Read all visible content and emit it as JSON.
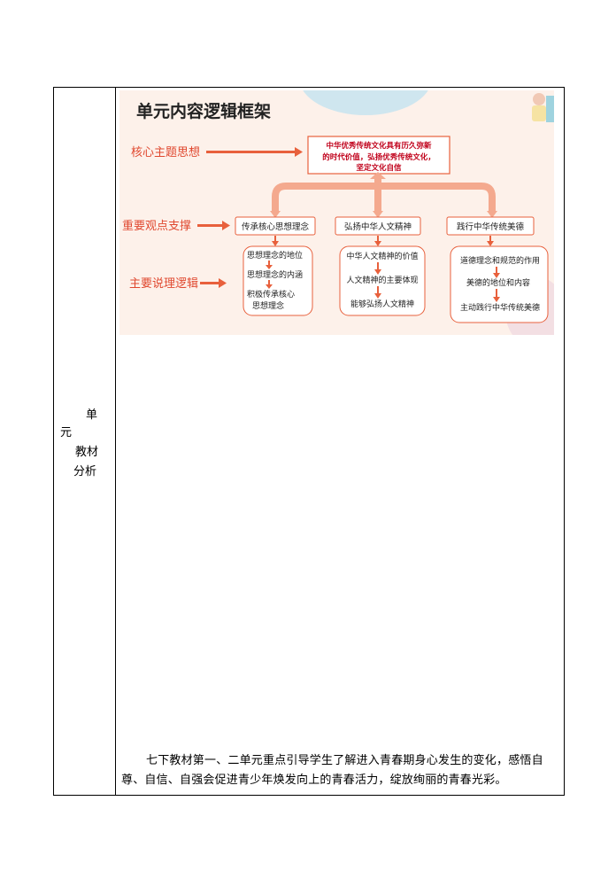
{
  "side_label": {
    "line1": "单",
    "line2": "元",
    "line3": "教材",
    "line4": "分析"
  },
  "diagram": {
    "title": "单元内容逻辑框架",
    "row_labels": {
      "core": "核心主题思想",
      "support": "重要观点支撑",
      "logic": "主要说理逻辑"
    },
    "core_box": {
      "line1": "中华优秀传统文化具有历久弥新",
      "line2": "的时代价值，弘扬优秀传统文化，",
      "line3": "坚定文化自信"
    },
    "viewpoints": [
      "传承核心思想理念",
      "弘扬中华人文精神",
      "践行中华传统美德"
    ],
    "logic_1": {
      "item1": "思想理念的地位",
      "item2": "思想理念的内涵",
      "item3a": "积极传承核心",
      "item3b": "思想理念"
    },
    "logic_2": {
      "item1": "中华人文精神的价值",
      "item2": "人文精神的主要体现",
      "item3": "能够弘扬人文精神"
    },
    "logic_3": {
      "item1": "道德理念和规范的作用",
      "item2": "美德的地位和内容",
      "item3": "主动践行中华传统美德"
    },
    "colors": {
      "accent": "#e8603c",
      "label": "#e0482f",
      "core_text": "#c0001a",
      "bg": "#fdf1ea",
      "blob": "#cfe6ef",
      "arrow_fill": "#f4a98e"
    }
  },
  "paragraph": "七下教材第一、二单元重点引导学生了解进入青春期身心发生的变化，感悟自尊、自信、自强会促进青少年焕发向上的青春活力，绽放绚丽的青春光彩。"
}
